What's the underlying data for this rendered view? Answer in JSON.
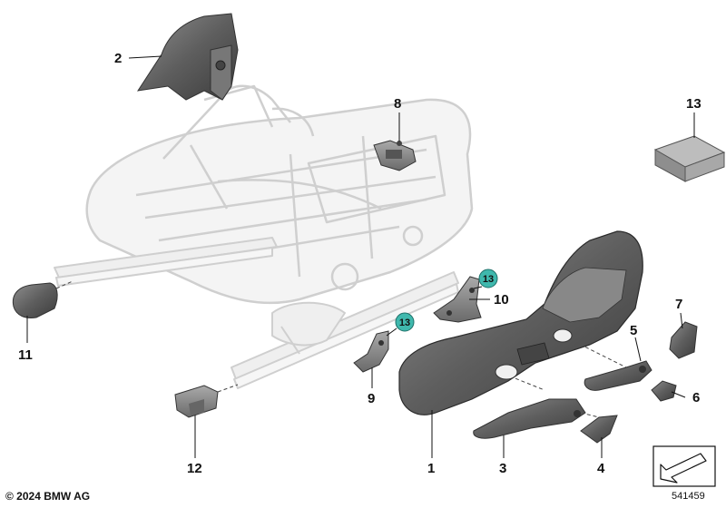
{
  "callouts": {
    "c1": "1",
    "c2": "2",
    "c3": "3",
    "c4": "4",
    "c5": "5",
    "c6": "6",
    "c7": "7",
    "c8": "8",
    "c9": "9",
    "c10": "10",
    "c11": "11",
    "c12": "12",
    "c13": "13",
    "badge_a": "13",
    "badge_b": "13"
  },
  "footer": {
    "copyright": "© 2024 BMW AG",
    "diagram_number": "541459"
  },
  "colors": {
    "part_dark": "#5c5c5c",
    "part_mid": "#8a8a8a",
    "part_light": "#b5b5b5",
    "frame_ghost": "#d4d4d4",
    "badge_teal": "#3fb8ad"
  }
}
